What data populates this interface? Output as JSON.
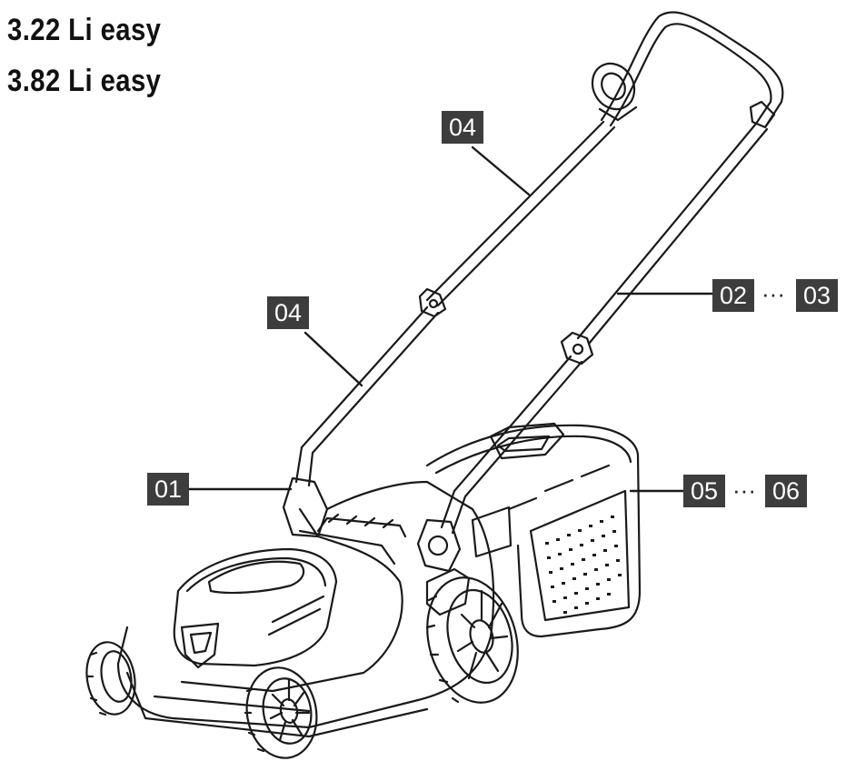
{
  "titles": [
    "3.22 Li easy",
    "3.82 Li easy"
  ],
  "callouts": {
    "c01": "01",
    "c02": "02",
    "c03": "03",
    "c04_top": "04",
    "c04_left": "04",
    "c05": "05",
    "c06": "06"
  },
  "separator": "···",
  "colors": {
    "ink": "#1a1a1a",
    "label_bg": "#3d3d3d",
    "label_text": "#ffffff"
  }
}
